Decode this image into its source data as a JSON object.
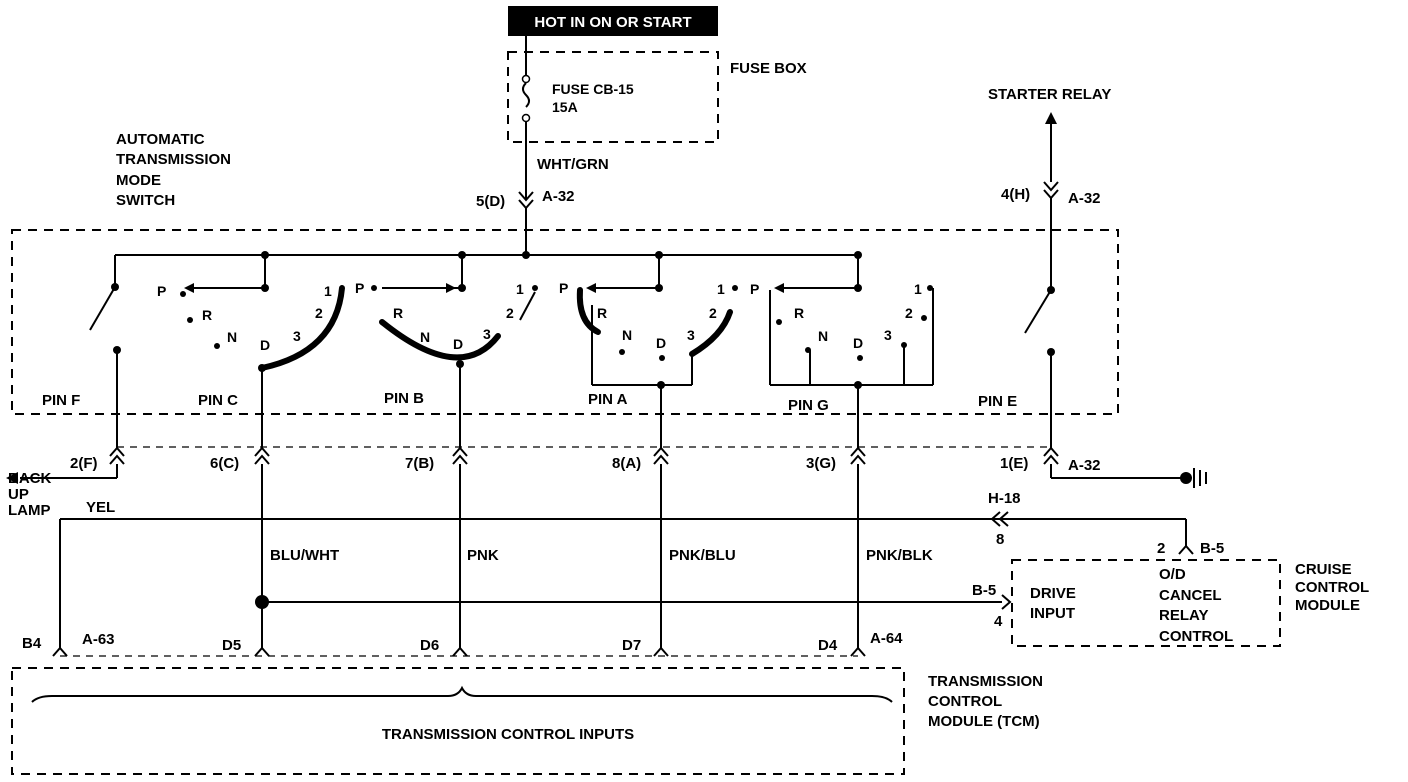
{
  "header": {
    "hot_label": "HOT IN ON OR START"
  },
  "fuse_box": {
    "title": "FUSE BOX",
    "fuse_name": "FUSE CB-15",
    "fuse_rating": "15A"
  },
  "switch": {
    "title": [
      "AUTOMATIC",
      "TRANSMISSION",
      "MODE",
      "SWITCH"
    ],
    "pins": [
      "PIN F",
      "PIN C",
      "PIN B",
      "PIN A",
      "PIN G",
      "PIN E"
    ],
    "positions": [
      "P",
      "R",
      "N",
      "D",
      "3",
      "2",
      "1"
    ]
  },
  "connectors": {
    "top_power": "5(D)",
    "top_power_conn": "A-32",
    "power_wire": "WHT/GRN",
    "starter_pin": "4(H)",
    "starter_conn": "A-32",
    "bottom": [
      "2(F)",
      "6(C)",
      "7(B)",
      "8(A)",
      "3(G)",
      "1(E)"
    ],
    "ground_conn": "A-32"
  },
  "starter_relay": "STARTER RELAY",
  "backup": [
    "BACK",
    "UP",
    "LAMP"
  ],
  "wires": {
    "yel": "YEL",
    "c": "BLU/WHT",
    "b": "PNK",
    "a": "PNK/BLU",
    "g": "PNK/BLK"
  },
  "cruise": {
    "h18": "H-18",
    "h18_pin": "8",
    "b5_top": "B-5",
    "b5_top_pin": "2",
    "b5_left": "B-5",
    "b5_left_pin": "4",
    "drive": [
      "DRIVE",
      "INPUT"
    ],
    "od": [
      "O/D",
      "CANCEL",
      "RELAY",
      "CONTROL"
    ],
    "title": [
      "CRUISE",
      "CONTROL",
      "MODULE"
    ]
  },
  "tcm": {
    "pins": [
      "B4",
      "D5",
      "D6",
      "D7",
      "D4"
    ],
    "conn_left": "A-63",
    "conn_right": "A-64",
    "inputs_label": "TRANSMISSION CONTROL INPUTS",
    "title": [
      "TRANSMISSION",
      "CONTROL",
      "MODULE (TCM)"
    ]
  }
}
